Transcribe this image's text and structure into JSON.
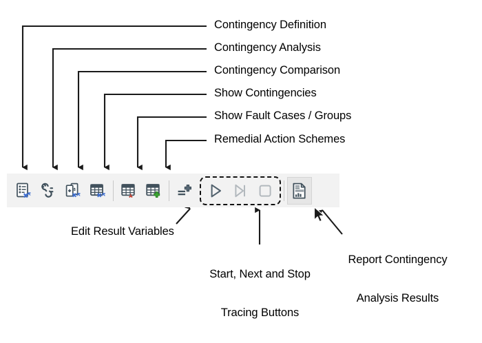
{
  "diagram": {
    "title": "Contingency Analysis Toolbar Callout Diagram",
    "background": "#ffffff",
    "line_color": "#1a1a1a"
  },
  "toolbar": {
    "background": "#f2f2f2",
    "accent_blue": "#3f6fd0",
    "accent_green": "#3faa35",
    "accent_red": "#c0392b",
    "icon_dark": "#41515c",
    "buttons": [
      {
        "id": "contingency-definition",
        "icon": "contingency-definition-icon",
        "label": "Contingency Definition",
        "state": "normal"
      },
      {
        "id": "contingency-analysis",
        "icon": "contingency-analysis-icon",
        "label": "Contingency Analysis",
        "state": "normal"
      },
      {
        "id": "contingency-comparison",
        "icon": "contingency-comparison-icon",
        "label": "Contingency Comparison",
        "state": "normal"
      },
      {
        "id": "show-contingencies",
        "icon": "show-contingencies-icon",
        "label": "Show Contingencies",
        "state": "normal"
      },
      {
        "id": "show-fault-cases",
        "icon": "show-fault-cases-icon",
        "label": "Show Fault Cases / Groups",
        "state": "normal"
      },
      {
        "id": "remedial-action-schemes",
        "icon": "remedial-action-schemes-icon",
        "label": "Remedial Action Schemes",
        "state": "normal"
      },
      {
        "id": "edit-result-variables",
        "icon": "edit-result-variables-icon",
        "label": "Edit Result Variables",
        "state": "normal"
      },
      {
        "id": "start-tracing",
        "icon": "play-icon",
        "label": "Start Tracing",
        "state": "enabled"
      },
      {
        "id": "next-tracing",
        "icon": "step-forward-icon",
        "label": "Next Tracing",
        "state": "disabled"
      },
      {
        "id": "stop-tracing",
        "icon": "stop-icon",
        "label": "Stop Tracing",
        "state": "disabled"
      },
      {
        "id": "report-results",
        "icon": "report-icon",
        "label": "Report Contingency Analysis Results",
        "state": "hover"
      }
    ]
  },
  "callouts": {
    "top": [
      {
        "name": "contingency-definition",
        "text": "Contingency Definition"
      },
      {
        "name": "contingency-analysis",
        "text": "Contingency Analysis"
      },
      {
        "name": "contingency-comparison",
        "text": "Contingency Comparison"
      },
      {
        "name": "show-contingencies",
        "text": "Show Contingencies"
      },
      {
        "name": "show-fault-cases",
        "text": "Show Fault Cases / Groups"
      },
      {
        "name": "remedial-action-schemes",
        "text": "Remedial Action Schemes"
      }
    ],
    "bottom": [
      {
        "name": "edit-result-variables",
        "line1": "Edit Result Variables",
        "line2": ""
      },
      {
        "name": "tracing-buttons",
        "line1": "Start, Next and Stop",
        "line2": "Tracing Buttons"
      },
      {
        "name": "report-results",
        "line1": "Report Contingency",
        "line2": "Analysis Results"
      }
    ]
  }
}
